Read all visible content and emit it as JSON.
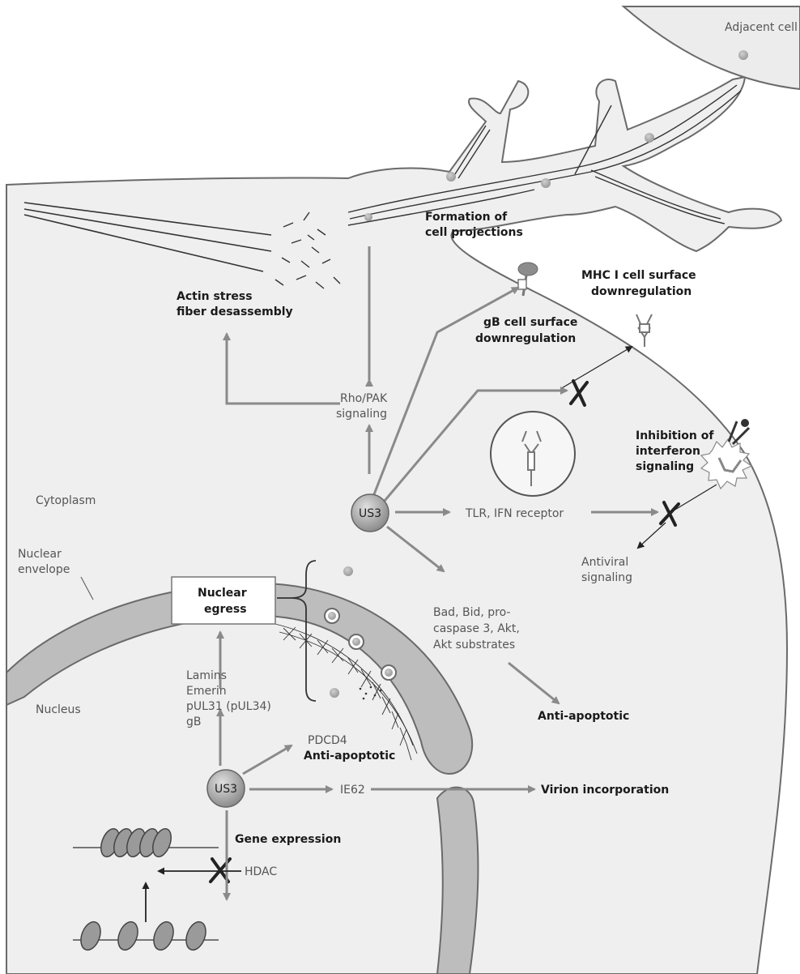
{
  "labels": {
    "adjacent_cell": "Adjacent cell",
    "formation_line1": "Formation of",
    "formation_line2": "cell projections",
    "actin_line1": "Actin stress",
    "actin_line2": "fiber desassembly",
    "mhc_line1": "MHC I cell surface",
    "mhc_line2": "downregulation",
    "gb_line1": "gB cell surface",
    "gb_line2": "downregulation",
    "rho_line1": "Rho/PAK",
    "rho_line2": "signaling",
    "ifn_line1": "Inhibition of",
    "ifn_line2": "interferon",
    "ifn_line3": "signaling",
    "cytoplasm": "Cytoplasm",
    "us3_top": "US3",
    "tlr": "TLR, IFN receptor",
    "nuclear_env_line1": "Nuclear",
    "nuclear_env_line2": "envelope",
    "antiviral_line1": "Antiviral",
    "antiviral_line2": "signaling",
    "egress_line1": "Nuclear",
    "egress_line2": "egress",
    "bad_line1": "Bad, Bid, pro-",
    "bad_line2": "caspase 3, Akt,",
    "bad_line3": "Akt substrates",
    "lamins_line1": "Lamins",
    "lamins_line2": "Emerin",
    "lamins_line3": "pUL31 (pUL34)",
    "lamins_line4": "gB",
    "nucleus": "Nucleus",
    "anti_apoptotic_right": "Anti-apoptotic",
    "pdcd4": "PDCD4",
    "anti_apoptotic_left": "Anti-apoptotic",
    "us3_bottom": "US3",
    "ie62": "IE62",
    "virion": "Virion incorporation",
    "gene_expression": "Gene expression",
    "hdac": "HDAC"
  }
}
